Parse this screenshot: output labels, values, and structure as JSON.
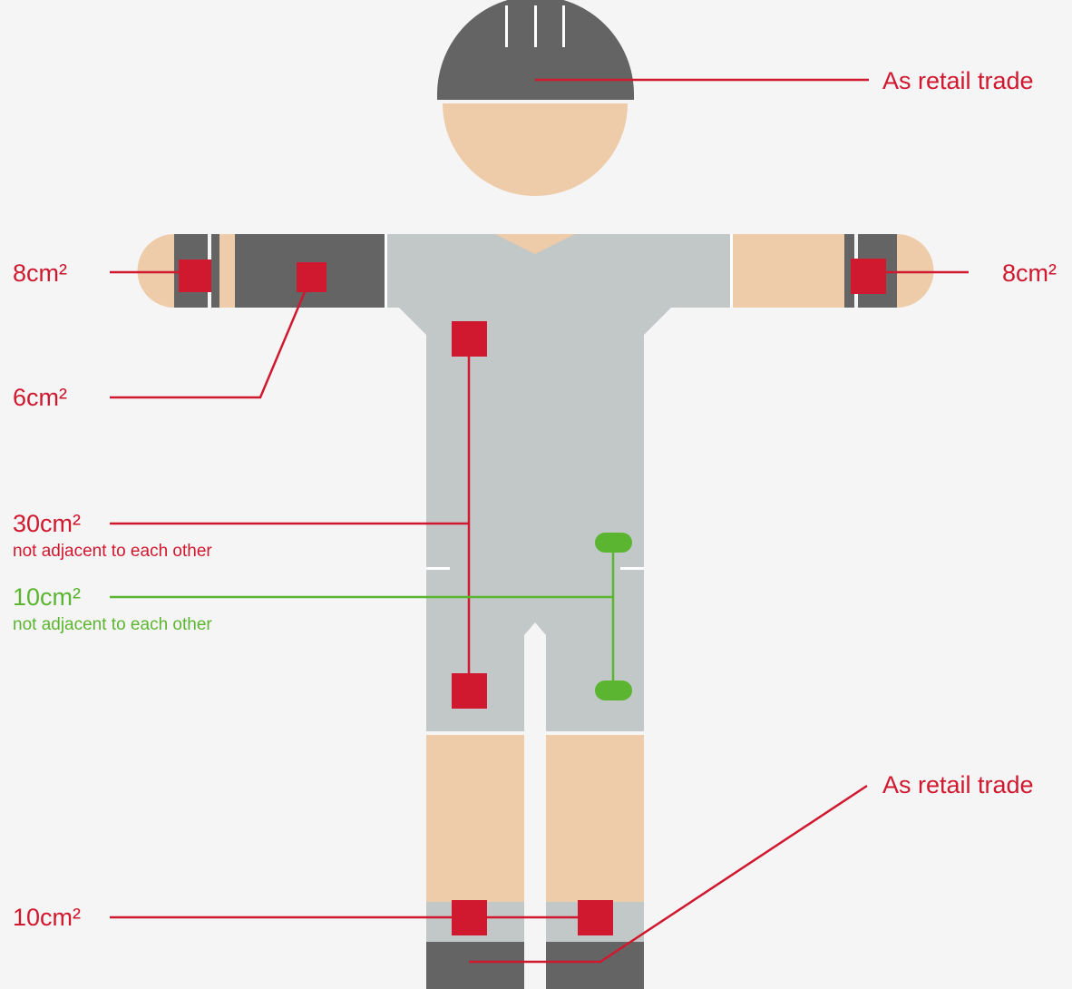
{
  "labels": {
    "head": "As retail trade",
    "feet": "As retail trade",
    "wrist_left": "8cm²",
    "wrist_right": "8cm²",
    "upper_arm": "6cm²",
    "torso": "30cm²",
    "torso_note": "not adjacent to each other",
    "hips": "10cm²",
    "hips_note": "not adjacent to each other",
    "shins": "10cm²"
  },
  "colors": {
    "background": "#f5f5f5",
    "skin": "#efcca9",
    "dark_gray": "#646464",
    "light_gray": "#c2c8c8",
    "red": "#d0182f",
    "green": "#5cb531"
  }
}
